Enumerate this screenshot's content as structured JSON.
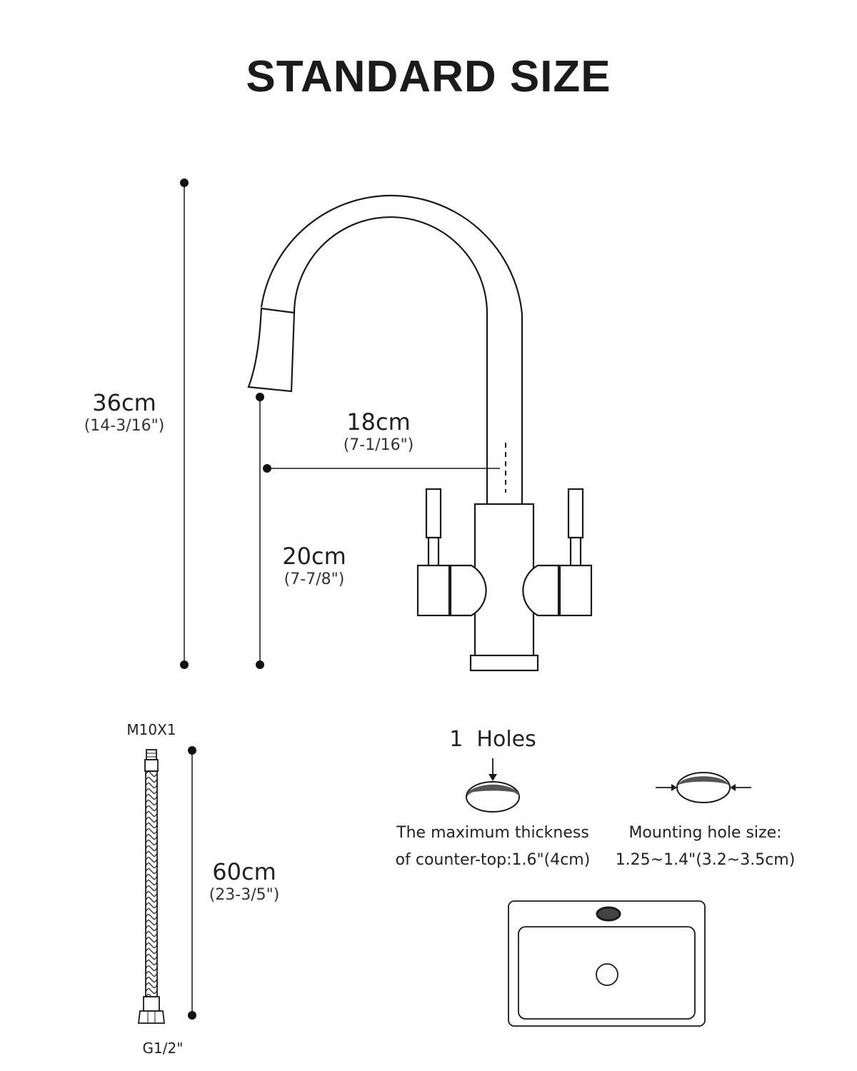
{
  "title": "STANDARD SIZE",
  "dimensions": {
    "total_height": {
      "value": "36cm",
      "imperial": "(14-3/16\")"
    },
    "reach": {
      "value": "18cm",
      "imperial": "(7-1/16\")"
    },
    "spout_height": {
      "value": "20cm",
      "imperial": "(7-7/8\")"
    },
    "hose_length": {
      "value": "60cm",
      "imperial": "(23-3/5\")"
    }
  },
  "hose": {
    "top_thread": "M10X1",
    "bottom_thread": "G1/2\""
  },
  "holes": {
    "count_label": "1  Holes",
    "thickness": {
      "line1": "The maximum thickness",
      "line2": "of counter-top:1.6\"(4cm)"
    },
    "hole_size": {
      "line1": "Mounting hole size:",
      "line2": "1.25~1.4\"(3.2~3.5cm)"
    }
  },
  "colors": {
    "line": "#1a1a1a",
    "hole_fill": "#555555"
  }
}
